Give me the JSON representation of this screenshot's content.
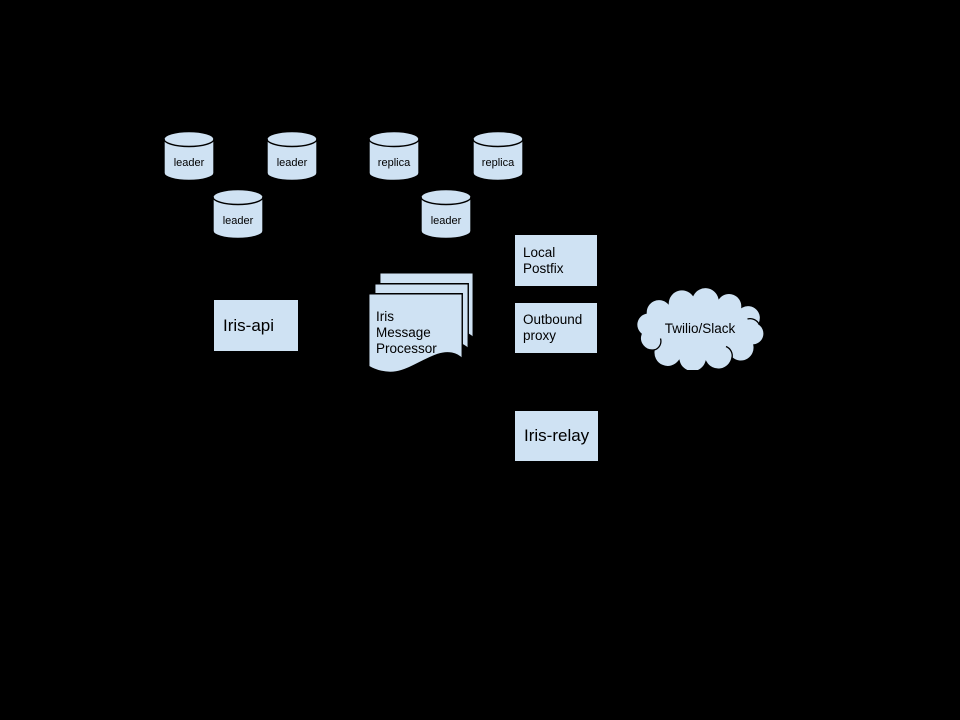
{
  "diagram": {
    "colors": {
      "background": "#000000",
      "shape_fill": "#cfe2f3",
      "shape_stroke": "#000000",
      "text": "#000000"
    },
    "databases": [
      {
        "label": "leader"
      },
      {
        "label": "leader"
      },
      {
        "label": "replica"
      },
      {
        "label": "replica"
      },
      {
        "label": "leader"
      },
      {
        "label": "leader"
      }
    ],
    "nodes": {
      "iris_api": {
        "label": "Iris-api"
      },
      "message_processor": {
        "lines": [
          "Iris",
          "Message",
          "Processor"
        ]
      },
      "local_postfix": {
        "lines": [
          "Local",
          "Postfix"
        ]
      },
      "outbound_proxy": {
        "lines": [
          "Outbound",
          "proxy"
        ]
      },
      "iris_relay": {
        "label": "Iris-relay"
      },
      "twilio_slack": {
        "label": "Twilio/Slack"
      }
    }
  }
}
